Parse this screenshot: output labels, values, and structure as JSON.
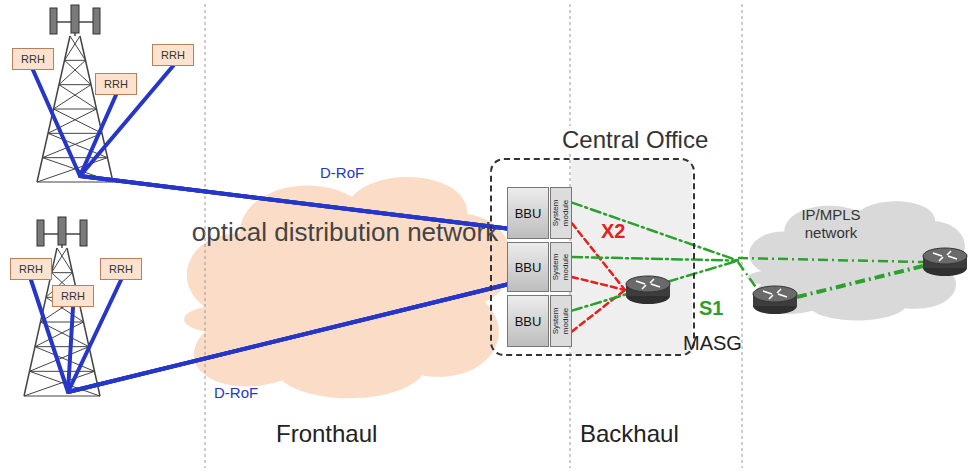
{
  "diagram": {
    "nodes": [
      {
        "text": [
          "RRH"
        ]
      },
      {
        "text": [
          "RRH"
        ]
      },
      {
        "text": [
          "RRH"
        ]
      },
      {
        "text": [
          "RRH"
        ]
      },
      {
        "text": [
          "RRH"
        ]
      },
      {
        "text": [
          "RRH"
        ]
      },
      {
        "text": [
          "optical distribution network"
        ]
      },
      {
        "text": [
          "Central Office"
        ]
      },
      {
        "text": [
          "BBU"
        ],
        "in": 7
      },
      {
        "text": [
          "System module"
        ],
        "in": 7
      },
      {
        "text": [
          "BBU"
        ],
        "in": 7
      },
      {
        "text": [
          "System module"
        ],
        "in": 7
      },
      {
        "text": [
          "BBU"
        ],
        "in": 7
      },
      {
        "text": [
          "System module"
        ],
        "in": 7
      },
      {
        "text": [
          "MASG"
        ],
        "in": 7
      },
      {
        "text": [
          "IP/MPLS network"
        ]
      }
    ],
    "edges": [
      {
        "from": 2,
        "to": 8,
        "arrow": "none",
        "label": "D-RoF"
      },
      {
        "from": 0,
        "to": 8,
        "arrow": "none"
      },
      {
        "from": 1,
        "to": 8,
        "arrow": "none"
      },
      {
        "from": 5,
        "to": 10,
        "arrow": "none",
        "label": "D-RoF"
      },
      {
        "from": 3,
        "to": 10,
        "arrow": "none"
      },
      {
        "from": 4,
        "to": 10,
        "arrow": "none"
      },
      {
        "from": 9,
        "to": 14,
        "arrow": "none",
        "label": "X2"
      },
      {
        "from": 11,
        "to": 14,
        "arrow": "none"
      },
      {
        "from": 13,
        "to": 14,
        "arrow": "none"
      },
      {
        "from": 9,
        "to": 15,
        "arrow": "none"
      },
      {
        "from": 11,
        "to": 15,
        "arrow": "none"
      },
      {
        "from": 13,
        "to": 15,
        "arrow": "none",
        "label": "S1"
      }
    ],
    "labels": [
      "Fronthaul",
      "Backhaul"
    ]
  }
}
